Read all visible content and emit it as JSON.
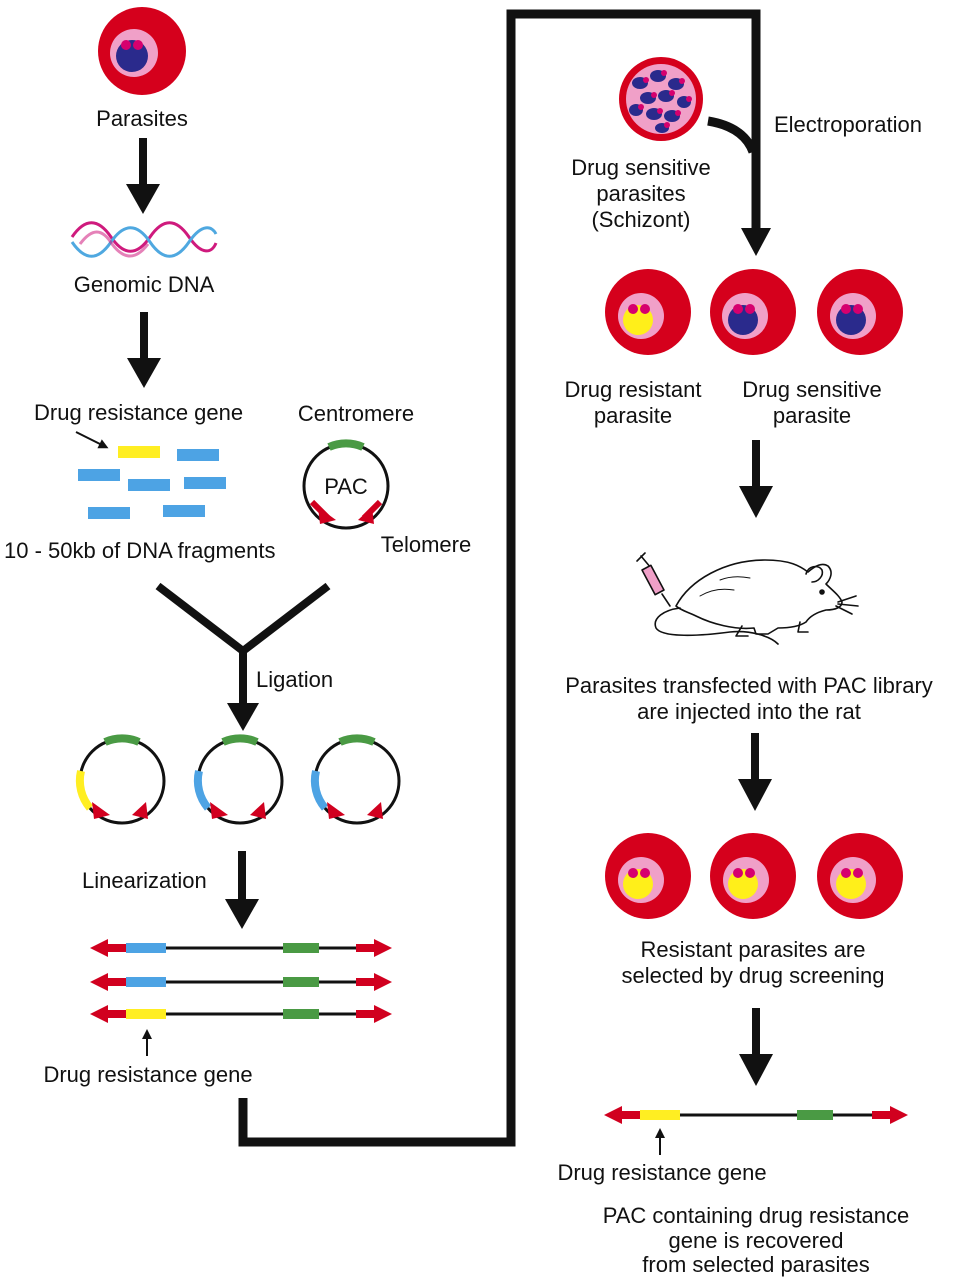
{
  "labels": {
    "parasites": "Parasites",
    "genomic_dna": "Genomic DNA",
    "drug_resistance_gene_top": "Drug resistance gene",
    "centromere": "Centromere",
    "pac": "PAC",
    "telomere": "Telomere",
    "dna_fragments": "10 - 50kb of DNA fragments",
    "ligation": "Ligation",
    "linearization": "Linearization",
    "drug_resistance_gene_left": "Drug resistance gene",
    "electroporation": "Electroporation",
    "drug_sensitive_schizont": [
      "Drug sensitive",
      "parasites",
      "(Schizont)"
    ],
    "drug_resistant_parasite": [
      "Drug resistant",
      "parasite"
    ],
    "drug_sensitive_parasite": [
      "Drug sensitive",
      "parasite"
    ],
    "injected": [
      "Parasites transfected with PAC library",
      "are injected into the rat"
    ],
    "selected": [
      "Resistant parasites are",
      "selected by drug screening"
    ],
    "drug_resistance_gene_right": "Drug resistance gene",
    "recovered": [
      "PAC containing drug resistance",
      "gene is recovered",
      "from selected parasites"
    ]
  },
  "colors": {
    "red_blood_cell": "#d5001c",
    "parasite_body": "#f0a0c8",
    "sensitive_nucleus": "#2a2a8c",
    "resistant_nucleus": "#ffef1a",
    "dots": "#d6006e",
    "dna_strand_magenta": "#cf1a7d",
    "dna_strand_blue": "#4fa8e0",
    "fragment_blue": "#4da3e4",
    "resistance_yellow": "#ffee22",
    "centromere_green": "#4a9a44",
    "telomere_red": "#d1001f",
    "line": "#111111"
  }
}
